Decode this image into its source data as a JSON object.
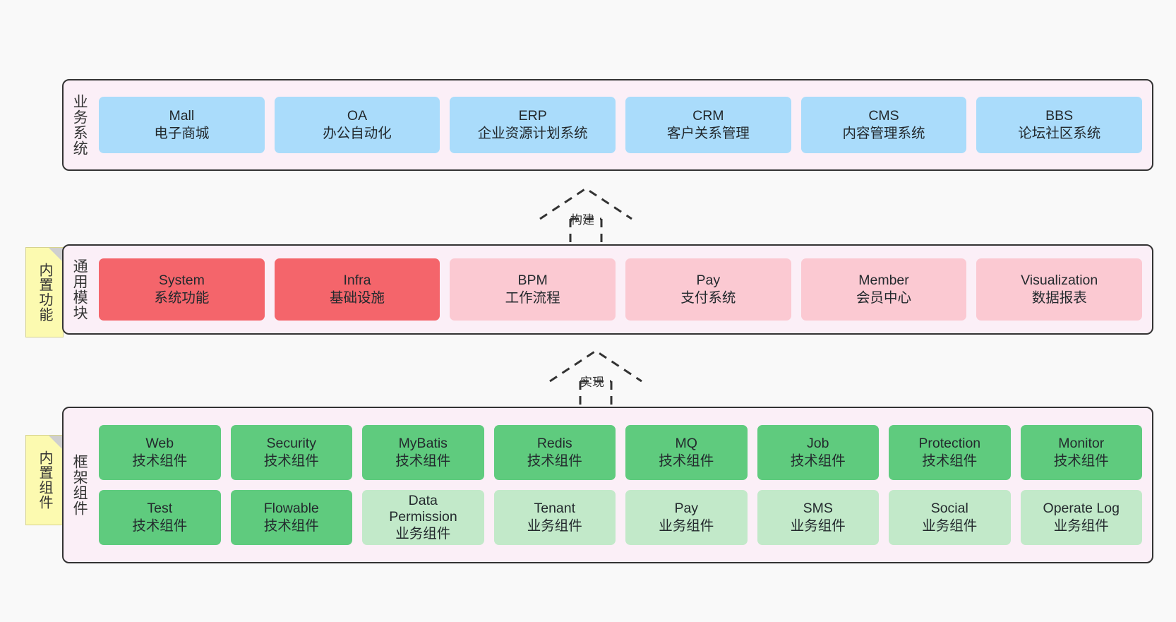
{
  "diagram": {
    "background": "#f9f9f9",
    "layer_bg": "#fbeff7",
    "border": "#333333"
  },
  "layers": [
    {
      "id": "business",
      "title": "业务系统",
      "rows": [
        {
          "style": "blue",
          "cards": [
            {
              "en": "Mall",
              "cn": "电子商城"
            },
            {
              "en": "OA",
              "cn": "办公自动化"
            },
            {
              "en": "ERP",
              "cn": "企业资源计划系统"
            },
            {
              "en": "CRM",
              "cn": "客户关系管理"
            },
            {
              "en": "CMS",
              "cn": "内容管理系统"
            },
            {
              "en": "BBS",
              "cn": "论坛社区系统"
            }
          ]
        }
      ]
    },
    {
      "id": "common-modules",
      "title": "通用模块",
      "note": "内置功能",
      "rows": [
        {
          "cards": [
            {
              "en": "System",
              "cn": "系统功能",
              "style": "red"
            },
            {
              "en": "Infra",
              "cn": "基础设施",
              "style": "red"
            },
            {
              "en": "BPM",
              "cn": "工作流程",
              "style": "pink"
            },
            {
              "en": "Pay",
              "cn": "支付系统",
              "style": "pink"
            },
            {
              "en": "Member",
              "cn": "会员中心",
              "style": "pink"
            },
            {
              "en": "Visualization",
              "cn": "数据报表",
              "style": "pink"
            }
          ]
        }
      ]
    },
    {
      "id": "framework-components",
      "title": "框架组件",
      "note": "内置组件",
      "rows": [
        {
          "cards": [
            {
              "en": "Web",
              "cn": "技术组件",
              "style": "green"
            },
            {
              "en": "Security",
              "cn": "技术组件",
              "style": "green"
            },
            {
              "en": "MyBatis",
              "cn": "技术组件",
              "style": "green"
            },
            {
              "en": "Redis",
              "cn": "技术组件",
              "style": "green"
            },
            {
              "en": "MQ",
              "cn": "技术组件",
              "style": "green"
            },
            {
              "en": "Job",
              "cn": "技术组件",
              "style": "green"
            },
            {
              "en": "Protection",
              "cn": "技术组件",
              "style": "green"
            },
            {
              "en": "Monitor",
              "cn": "技术组件",
              "style": "green"
            }
          ]
        },
        {
          "cards": [
            {
              "en": "Test",
              "cn": "技术组件",
              "style": "green"
            },
            {
              "en": "Flowable",
              "cn": "技术组件",
              "style": "green"
            },
            {
              "en": "Data Permission",
              "cn": "业务组件",
              "style": "lightgreen"
            },
            {
              "en": "Tenant",
              "cn": "业务组件",
              "style": "lightgreen"
            },
            {
              "en": "Pay",
              "cn": "业务组件",
              "style": "lightgreen"
            },
            {
              "en": "SMS",
              "cn": "业务组件",
              "style": "lightgreen"
            },
            {
              "en": "Social",
              "cn": "业务组件",
              "style": "lightgreen"
            },
            {
              "en": "Operate Log",
              "cn": "业务组件",
              "style": "lightgreen"
            }
          ]
        }
      ]
    }
  ],
  "connectors": [
    {
      "id": "build",
      "label": "构建",
      "from": "common-modules",
      "to": "business"
    },
    {
      "id": "implement",
      "label": "实现",
      "from": "framework-components",
      "to": "common-modules"
    }
  ]
}
